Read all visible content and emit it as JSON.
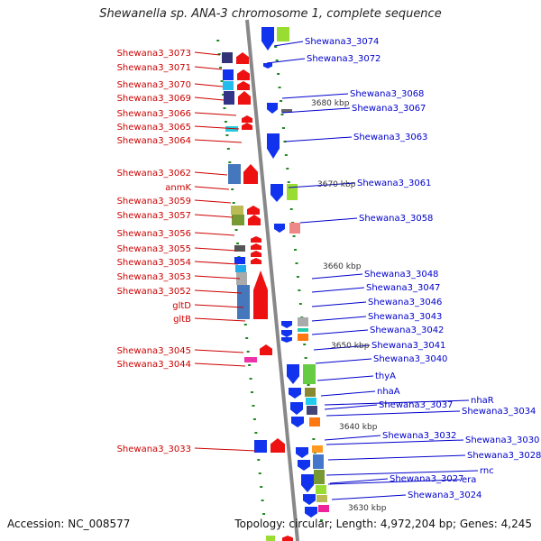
{
  "title": "Shewanella sp. ANA-3 chromosome 1, complete sequence",
  "footer": {
    "accession": "Accession: NC_008577",
    "summary": "Topology: circular; Length: 4,972,204 bp; Genes: 4,245"
  },
  "colors": {
    "left_label": "#cc0000",
    "right_label": "#0000cc",
    "backbone": "#888888",
    "tick": "#228822",
    "reverse_strand": "#ee1111",
    "forward_strand": "#1133ee"
  },
  "scale_labels": [
    "3680 kbp",
    "3670 kbp",
    "3660 kbp",
    "3650 kbp",
    "3640 kbp",
    "3630 kbp"
  ],
  "left_genes": [
    "Shewana3_3073",
    "Shewana3_3071",
    "Shewana3_3070",
    "Shewana3_3069",
    "Shewana3_3066",
    "Shewana3_3065",
    "Shewana3_3064",
    "Shewana3_3062",
    "anmK",
    "Shewana3_3059",
    "Shewana3_3057",
    "Shewana3_3056",
    "Shewana3_3055",
    "Shewana3_3054",
    "Shewana3_3053",
    "Shewana3_3052",
    "gltD",
    "gltB",
    "Shewana3_3045",
    "Shewana3_3044",
    "Shewana3_3033"
  ],
  "right_genes": [
    "Shewana3_3074",
    "Shewana3_3072",
    "Shewana3_3068",
    "Shewana3_3067",
    "Shewana3_3063",
    "Shewana3_3061",
    "Shewana3_3058",
    "Shewana3_3048",
    "Shewana3_3047",
    "Shewana3_3046",
    "Shewana3_3043",
    "Shewana3_3042",
    "Shewana3_3041",
    "Shewana3_3040",
    "thyA",
    "nhaA",
    "Shewana3_3037",
    "nhaR",
    "Shewana3_3034",
    "Shewana3_3032",
    "Shewana3_3030",
    "Shewana3_3028",
    "rnc",
    "era",
    "Shewana3_3027",
    "Shewana3_3024"
  ]
}
